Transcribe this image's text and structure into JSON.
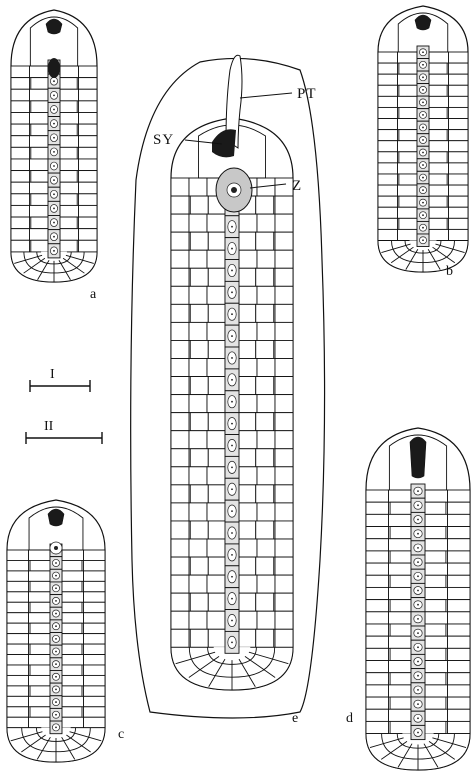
{
  "figure": {
    "panels": [
      {
        "key": "a",
        "label": "a"
      },
      {
        "key": "b",
        "label": "b"
      },
      {
        "key": "c",
        "label": "c"
      },
      {
        "key": "d",
        "label": "d"
      },
      {
        "key": "e",
        "label": "e"
      }
    ],
    "annotations": {
      "pollen_tube": "PT",
      "synergid": "SY",
      "zygote": "Z"
    },
    "scale_bars": {
      "one": "I",
      "two": "II"
    },
    "colors": {
      "ink": "#111111",
      "axis_fill": "#e3e3e3",
      "dark_fill": "#1a1a1a",
      "zygote_fill": "#c8c8c8"
    }
  }
}
